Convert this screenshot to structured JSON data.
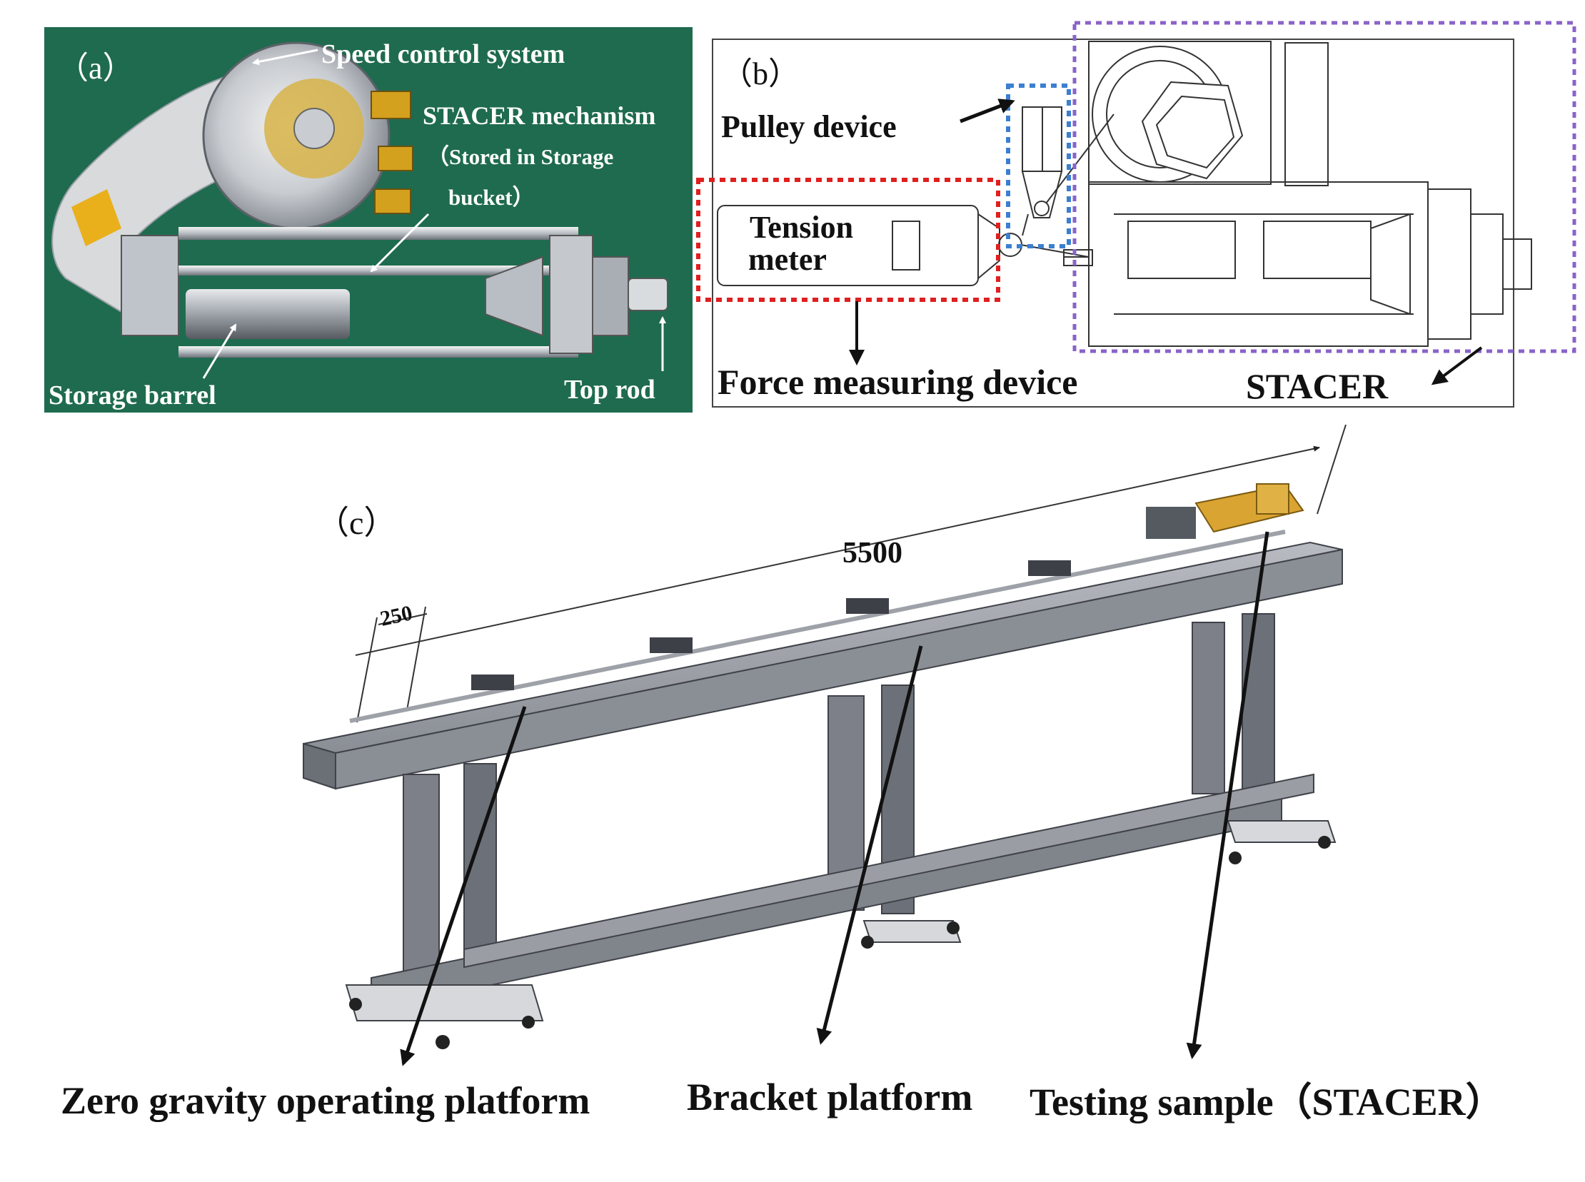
{
  "panel_a": {
    "tag": "（a）",
    "labels": {
      "speed_control": "Speed control system",
      "stacer_mechanism": "STACER mechanism",
      "stored_line1": "（Stored in Storage",
      "stored_line2": "bucket）",
      "storage_barrel": "Storage barrel",
      "top_rod": "Top rod"
    },
    "background_color": "#1f6b4f"
  },
  "panel_b": {
    "tag": "（b）",
    "labels": {
      "pulley_device": "Pulley device",
      "tension_line1": "Tension",
      "tension_line2": "meter",
      "force_measuring": "Force measuring device",
      "stacer": "STACER"
    },
    "box_colors": {
      "pulley": "#3b7fd0",
      "force": "#e01f1f",
      "stacer": "#8a63c8"
    }
  },
  "panel_c": {
    "tag": "（c）",
    "dimensions": {
      "length": "5500",
      "spacing": "250"
    },
    "labels": {
      "zero_gravity": "Zero gravity operating platform",
      "bracket": "Bracket platform",
      "testing_sample": "Testing sample（STACER）"
    },
    "frame_color": "#7d8088",
    "sample_color": "#d9a431"
  }
}
